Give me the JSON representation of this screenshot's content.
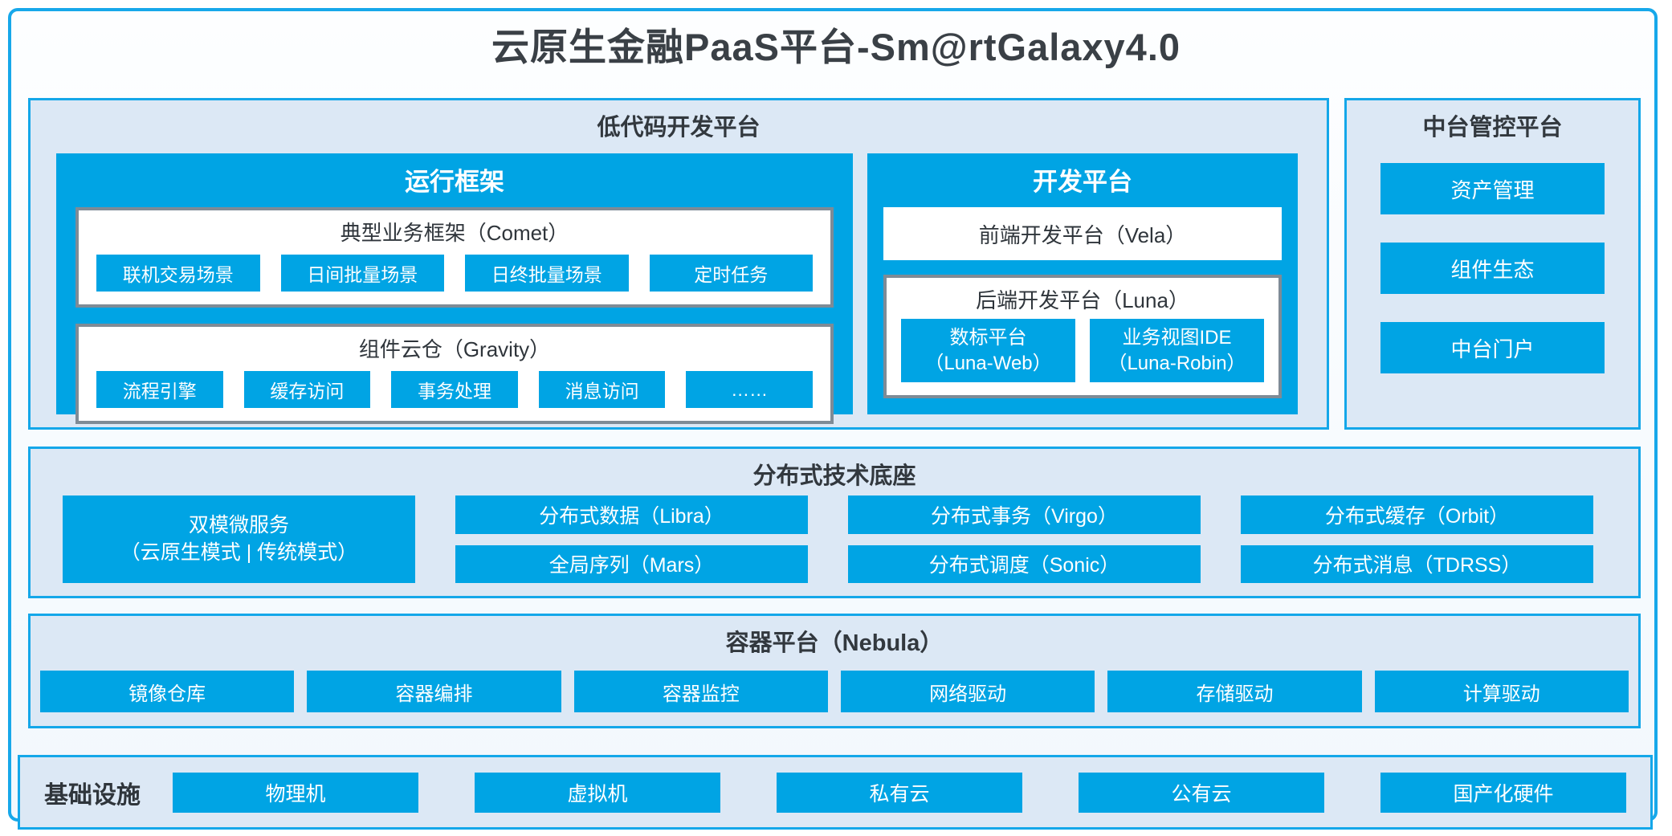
{
  "title": "云原生金融PaaS平台-Sm@rtGalaxy4.0",
  "colors": {
    "accent_blue": "#00a4e4",
    "border_blue": "#14a7e9",
    "panel_bg": "#dce8f5",
    "gray_border": "#7e8b96",
    "dark_text": "#32383e"
  },
  "lowcode": {
    "title": "低代码开发平台",
    "runtime": {
      "title": "运行框架",
      "comet": {
        "title": "典型业务框架（Comet）",
        "items": [
          "联机交易场景",
          "日间批量场景",
          "日终批量场景",
          "定时任务"
        ]
      },
      "gravity": {
        "title": "组件云仓（Gravity）",
        "items": [
          "流程引擎",
          "缓存访问",
          "事务处理",
          "消息访问",
          "……"
        ]
      }
    },
    "dev": {
      "title": "开发平台",
      "vela": "前端开发平台（Vela）",
      "luna": {
        "title": "后端开发平台（Luna）",
        "items": [
          {
            "label": "数标平台",
            "sub": "（Luna-Web）"
          },
          {
            "label": "业务视图IDE",
            "sub": "（Luna-Robin）"
          }
        ]
      }
    }
  },
  "midplatform": {
    "title": "中台管控平台",
    "items": [
      "资产管理",
      "组件生态",
      "中台门户"
    ]
  },
  "distributed": {
    "title": "分布式技术底座",
    "dual": {
      "label": "双模微服务",
      "sub": "（云原生模式 | 传统模式）"
    },
    "grid": [
      [
        "分布式数据（Libra）",
        "全局序列（Mars）"
      ],
      [
        "分布式事务（Virgo）",
        "分布式调度（Sonic）"
      ],
      [
        "分布式缓存（Orbit）",
        "分布式消息（TDRSS）"
      ]
    ]
  },
  "container": {
    "title": "容器平台（Nebula）",
    "items": [
      "镜像仓库",
      "容器编排",
      "容器监控",
      "网络驱动",
      "存储驱动",
      "计算驱动"
    ]
  },
  "infra": {
    "title": "基础设施",
    "items": [
      "物理机",
      "虚拟机",
      "私有云",
      "公有云",
      "国产化硬件"
    ]
  }
}
